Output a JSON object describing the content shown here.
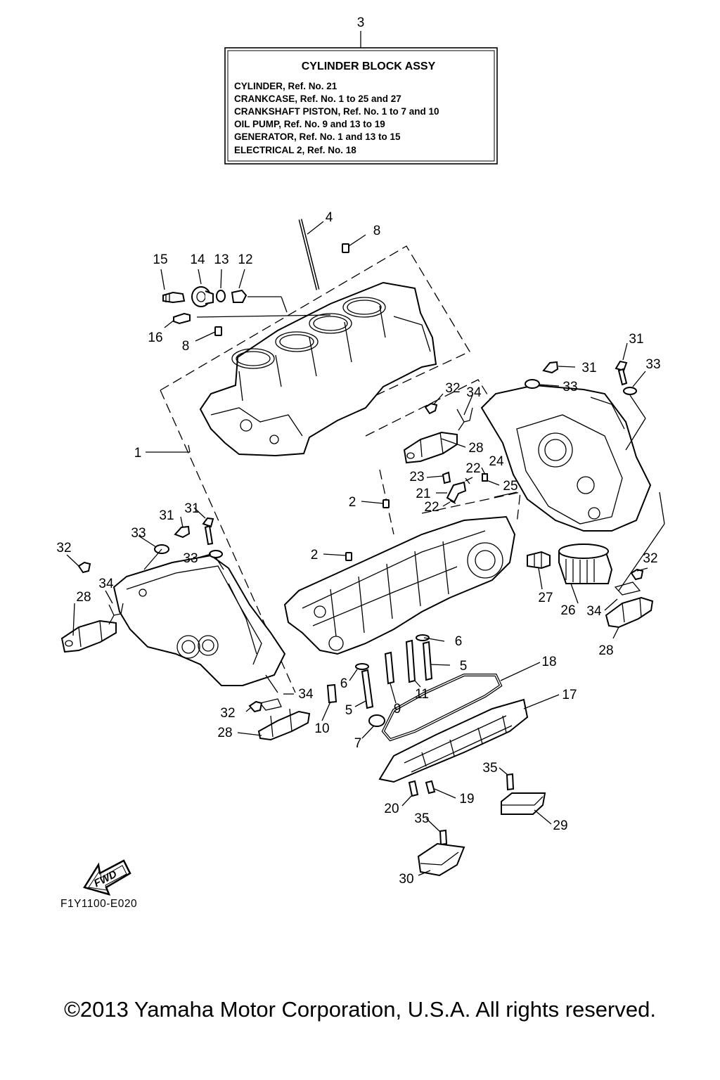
{
  "legend": {
    "ref": "3",
    "title": "CYLINDER BLOCK ASSY",
    "lines": [
      "CYLINDER, Ref. No. 21",
      "CRANKCASE, Ref. No. 1 to 25 and 27",
      "CRANKSHAFT PISTON, Ref. No. 1 to 7 and 10",
      "OIL PUMP, Ref. No. 9 and 13 to 19",
      "GENERATOR, Ref. No. 1 and 13 to 15",
      "ELECTRICAL 2, Ref. No. 18"
    ]
  },
  "callouts": {
    "c1": "1",
    "c2a": "2",
    "c2b": "2",
    "c4": "4",
    "c5a": "5",
    "c5b": "5",
    "c6a": "6",
    "c6b": "6",
    "c7": "7",
    "c8a": "8",
    "c8b": "8",
    "c9": "9",
    "c10": "10",
    "c11": "11",
    "c12": "12",
    "c13": "13",
    "c14": "14",
    "c15": "15",
    "c16": "16",
    "c17": "17",
    "c18": "18",
    "c19": "19",
    "c20": "20",
    "c21": "21",
    "c22a": "22",
    "c22b": "22",
    "c23": "23",
    "c24": "24",
    "c25": "25",
    "c26": "26",
    "c27": "27",
    "c28a": "28",
    "c28b": "28",
    "c28c": "28",
    "c28d": "28",
    "c29": "29",
    "c30": "30",
    "c31a": "31",
    "c31b": "31",
    "c31c": "31",
    "c31d": "31",
    "c32a": "32",
    "c32b": "32",
    "c32c": "32",
    "c32d": "32",
    "c33a": "33",
    "c33b": "33",
    "c33c": "33",
    "c33d": "33",
    "c34a": "34",
    "c34b": "34",
    "c34c": "34",
    "c34d": "34",
    "c35a": "35",
    "c35b": "35"
  },
  "fwd_label": "FWD",
  "diagram_code": "F1Y1100-E020",
  "copyright": "©2013 Yamaha Motor Corporation, U.S.A. All rights reserved."
}
